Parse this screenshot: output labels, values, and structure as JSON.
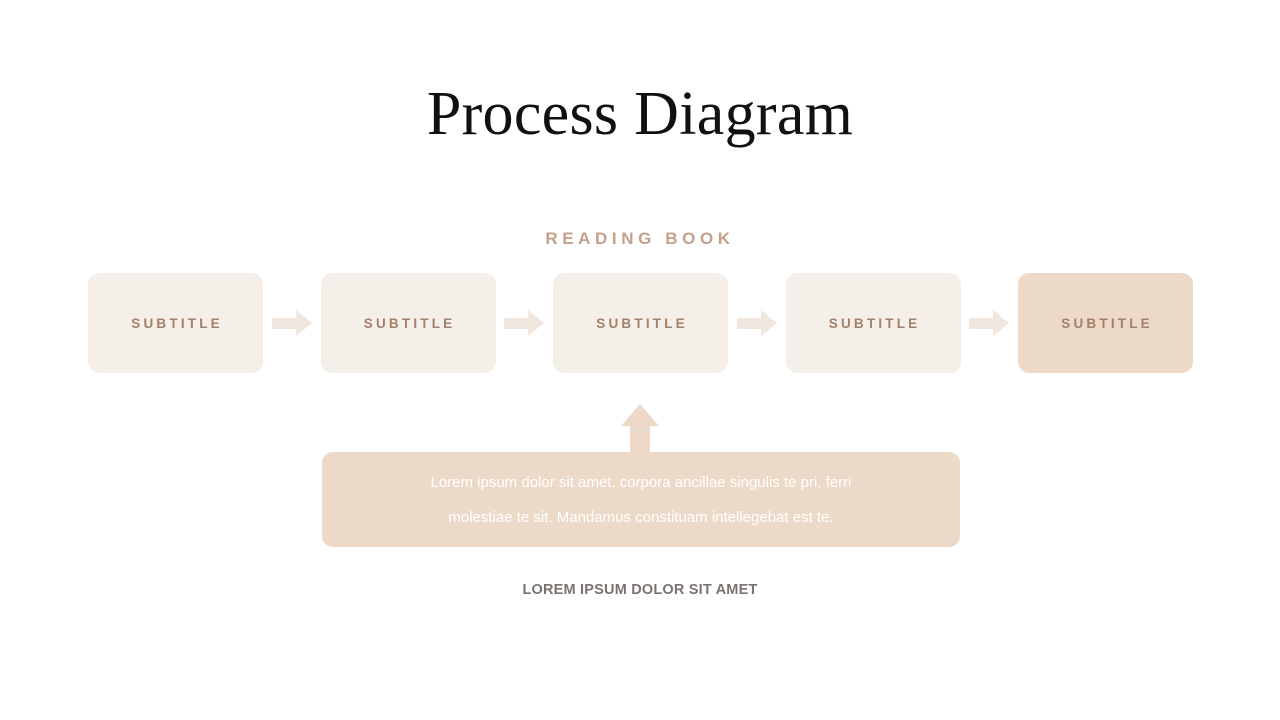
{
  "title": "Process Diagram",
  "section": {
    "label": "READING BOOK"
  },
  "process": {
    "steps": [
      {
        "label": "SUBTITLE",
        "highlighted": false
      },
      {
        "label": "SUBTITLE",
        "highlighted": false
      },
      {
        "label": "SUBTITLE",
        "highlighted": false
      },
      {
        "label": "SUBTITLE",
        "highlighted": false
      },
      {
        "label": "SUBTITLE",
        "highlighted": true
      }
    ],
    "connector_icon": "arrow-right-icon",
    "callout_connector_icon": "arrow-up-icon"
  },
  "callout": {
    "line1": "Lorem ipsum dolor sit amet, corpora ancillae singulis te pri, ferri",
    "line2": "molestiae te sit. Mandamus constituam intellegebat est te."
  },
  "caption": "LOREM IPSUM DOLOR SIT AMET",
  "colors": {
    "background": "#ffffff",
    "title_text": "#111111",
    "section_label": "#c4a08a",
    "step_box_plain": "#f5efe9",
    "step_box_highlight": "#ecd9c8",
    "step_label_text": "#a3806a",
    "connector_arrow": "#f0e7df",
    "callout_fill": "#ecd9c8",
    "callout_text": "#ffffff",
    "caption_text": "#7a7370"
  }
}
